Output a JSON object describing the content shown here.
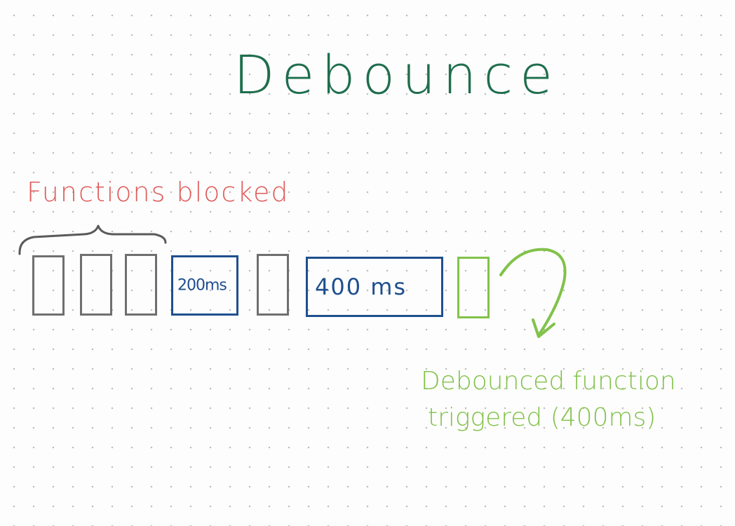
{
  "title": "Debounce",
  "blocked": {
    "label": "Functions blocked"
  },
  "timeline": {
    "delay_short": "200ms",
    "delay_long": "400 ms"
  },
  "triggered": {
    "line1": "Debounced function",
    "line2": "triggered (400ms)"
  },
  "colors": {
    "title": "#1f6e4e",
    "blocked": "#e05a5a",
    "blocked_box": "#6f6f6f",
    "delay_box": "#1f4f8f",
    "triggered": "#82c24a"
  }
}
